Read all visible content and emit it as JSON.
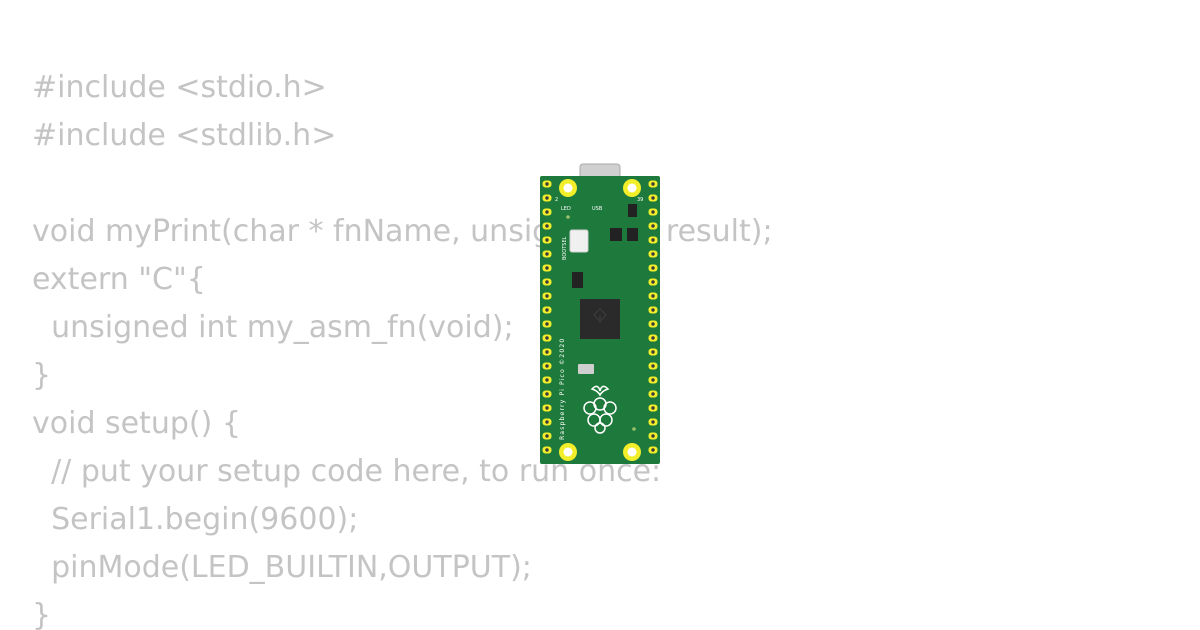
{
  "code_lines": [
    "#include <stdio.h>",
    "#include <stdlib.h>",
    "",
    "void myPrint(char * fnName, unsigned int result);",
    "extern \"C\"{",
    "  unsigned int my_asm_fn(void);",
    "}",
    "void setup() {",
    "  // put your setup code here, to run once:",
    "  Serial1.begin(9600);",
    "  pinMode(LED_BUILTIN,OUTPUT);",
    "}"
  ],
  "board": {
    "silkscreen": "Raspberry Pi Pico ©2020",
    "led_label": "LED",
    "usb_label": "USB",
    "bootsel_label": "BOOTSEL",
    "pin_1_label": "2",
    "pin_39_label": "39",
    "colors": {
      "pcb": "#1e7a3c",
      "text": "#c4c4c4",
      "pad": "#f2ee2a"
    }
  }
}
